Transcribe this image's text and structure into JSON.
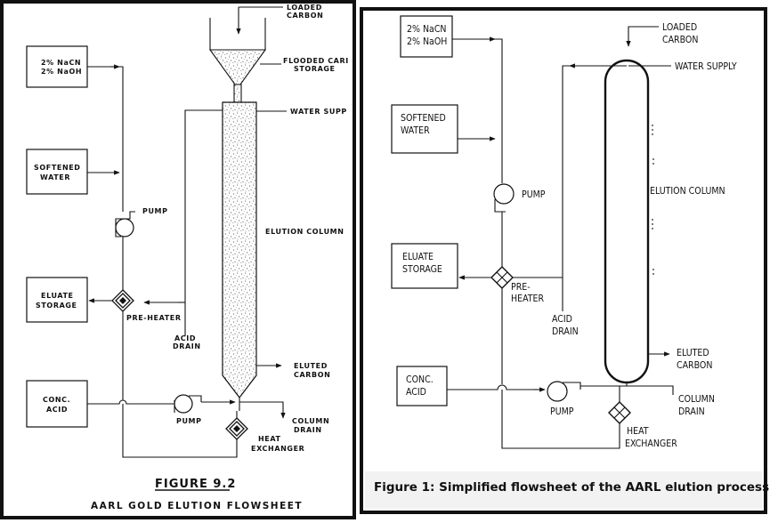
{
  "left_figure": {
    "loaded_carbon": [
      "LOADED",
      "CARBON"
    ],
    "flooded_storage": [
      "FLOODED CARI",
      "STORAGE"
    ],
    "water_supply": "WATER SUPP",
    "reagent_box": [
      "2% NaCN",
      "2% NaOH"
    ],
    "softened_water": [
      "SOFTENED",
      "WATER"
    ],
    "pump_top": "PUMP",
    "elution_column": "ELUTION COLUMN",
    "eluate_storage": [
      "ELUATE",
      "STORAGE"
    ],
    "pre_heater": "PRE-HEATER",
    "acid_drain": [
      "ACID",
      "DRAIN"
    ],
    "eluted_carbon": [
      "ELUTED",
      "CARBON"
    ],
    "conc_acid": [
      "CONC.",
      "ACID"
    ],
    "pump_bottom": "PUMP",
    "column_drain": [
      "COLUMN",
      "DRAIN"
    ],
    "heat_exchanger": [
      "HEAT",
      "EXCHANGER"
    ],
    "figure_number": "FIGURE 9.2",
    "figure_title": "AARL GOLD ELUTION FLOWSHEET"
  },
  "right_figure": {
    "reagent_box": [
      "2% NaCN",
      "2% NaOH"
    ],
    "loaded_carbon": [
      "LOADED",
      "CARBON"
    ],
    "water_supply": "WATER SUPPLY",
    "softened_water": [
      "SOFTENED",
      "WATER"
    ],
    "pump_top": "PUMP",
    "elution_column": "ELUTION COLUMN",
    "eluate_storage": [
      "ELUATE",
      "STORAGE"
    ],
    "pre_heater": [
      "PRE-",
      "HEATER"
    ],
    "acid_drain": [
      "ACID",
      "DRAIN"
    ],
    "eluted_carbon": [
      "ELUTED",
      "CARBON"
    ],
    "conc_acid": [
      "CONC.",
      "ACID"
    ],
    "pump_bottom": "PUMP",
    "column_drain": [
      "COLUMN",
      "DRAIN"
    ],
    "heat_exchanger": [
      "HEAT",
      "EXCHANGER"
    ],
    "caption": "Figure 1: Simplified flowsheet of the AARL elution process"
  }
}
